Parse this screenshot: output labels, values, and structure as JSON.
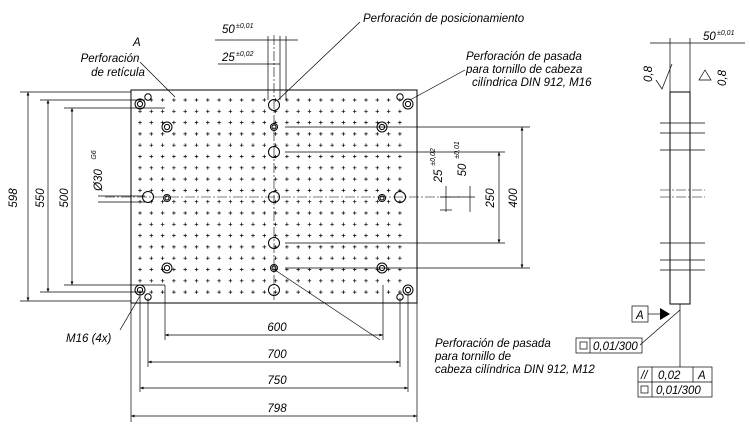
{
  "labels": {
    "grid_letter": "A",
    "grid_hole": "Perforación\nde retícula",
    "positioning_hole": "Perforación de posicionamiento",
    "m16_bore": "Perforación de pasada\npara tornillo de cabeza\ncilíndrica DIN 912, M16",
    "m12_bore": "Perforación de pasada\npara tornillo de\ncabeza cilíndrica DIN 912, M12",
    "thread": "M16 (4x)"
  },
  "dims": {
    "pitch50": "50",
    "pitch50_tol": "±0,01",
    "pitch25": "25",
    "pitch25_tol": "±0,02",
    "bore_dia": "Ø30",
    "bore_fit": "G6",
    "h598": "598",
    "h550": "550",
    "h500": "500",
    "h400": "400",
    "h250": "250",
    "w600": "600",
    "w700": "700",
    "w750": "750",
    "w798": "798",
    "side_pitch": "50",
    "side_pitch_tol": "±0,01"
  },
  "side": {
    "roughness_left": "0,8",
    "roughness_right": "0,8",
    "datum": "A",
    "flatness": "0,01/300",
    "parallel_value": "0,02",
    "parallel_datum": "A",
    "flatness2": "0,01/300"
  }
}
